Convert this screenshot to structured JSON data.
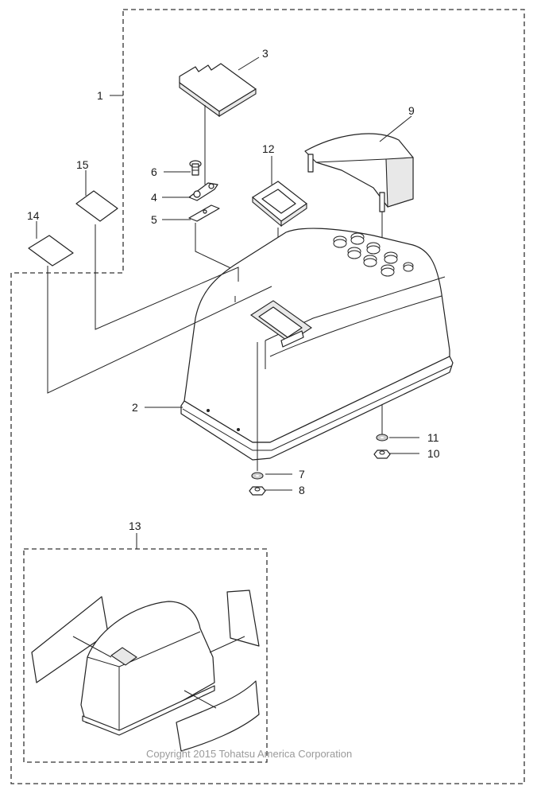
{
  "callouts": {
    "c1": "1",
    "c2": "2",
    "c3": "3",
    "c4": "4",
    "c5": "5",
    "c6": "6",
    "c7": "7",
    "c8": "8",
    "c9": "9",
    "c10": "10",
    "c11": "11",
    "c12": "12",
    "c13": "13",
    "c14": "14",
    "c15": "15"
  },
  "copyright": "Copyright 2015 Tohatsu America Corporation",
  "colors": {
    "line": "#222222",
    "copyright": "#9a9a9a",
    "background": "#ffffff"
  }
}
